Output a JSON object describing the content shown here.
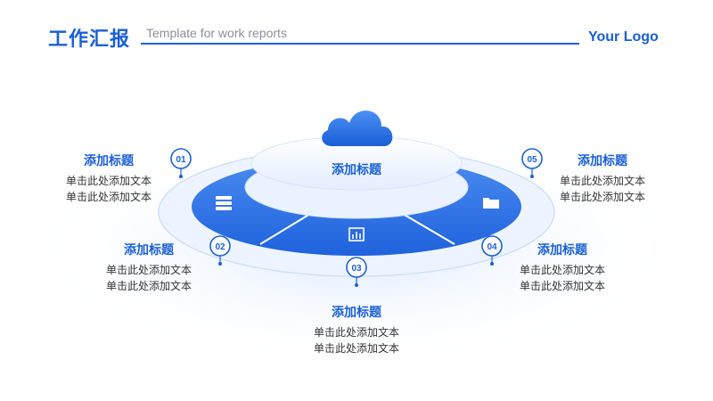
{
  "header": {
    "title": "工作汇报",
    "subtitle": "Template for work reports",
    "logo": "Your Logo"
  },
  "center": {
    "label": "添加标题",
    "icon": "cloud-icon"
  },
  "items": [
    {
      "number": "01",
      "title": "添加标题",
      "lines": [
        "单击此处添加文本",
        "单击此处添加文本"
      ]
    },
    {
      "number": "02",
      "title": "添加标题",
      "lines": [
        "单击此处添加文本",
        "单击此处添加文本"
      ]
    },
    {
      "number": "03",
      "title": "添加标题",
      "lines": [
        "单击此处添加文本",
        "单击此处添加文本"
      ]
    },
    {
      "number": "04",
      "title": "添加标题",
      "lines": [
        "单击此处添加文本",
        "单击此处添加文本"
      ]
    },
    {
      "number": "05",
      "title": "添加标题",
      "lines": [
        "单击此处添加文本",
        "单击此处添加文本"
      ]
    }
  ],
  "segment_icons": [
    "stack-icon",
    "chart-icon",
    "folder-icon"
  ],
  "colors": {
    "primary": "#1a5fd6",
    "light": "#dce9ff"
  }
}
